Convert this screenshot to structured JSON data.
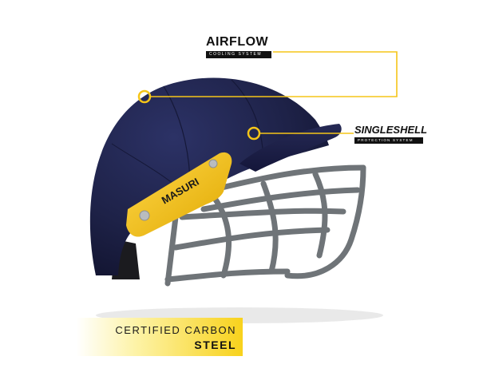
{
  "callouts": {
    "airflow": {
      "title": "AIRFLOW",
      "subtitle": "COOLING SYSTEM"
    },
    "singleshell": {
      "title": "SINGLESHELL",
      "subtitle": "PROTECTION SYSTEM"
    }
  },
  "badge": {
    "line1": "CERTIFIED CARBON",
    "line2": "STEEL"
  },
  "helmet": {
    "brand": "MASURI"
  },
  "colors": {
    "accent": "#f5c518",
    "shell": "#1e2248",
    "grille": "#6f7478",
    "text": "#111111"
  }
}
